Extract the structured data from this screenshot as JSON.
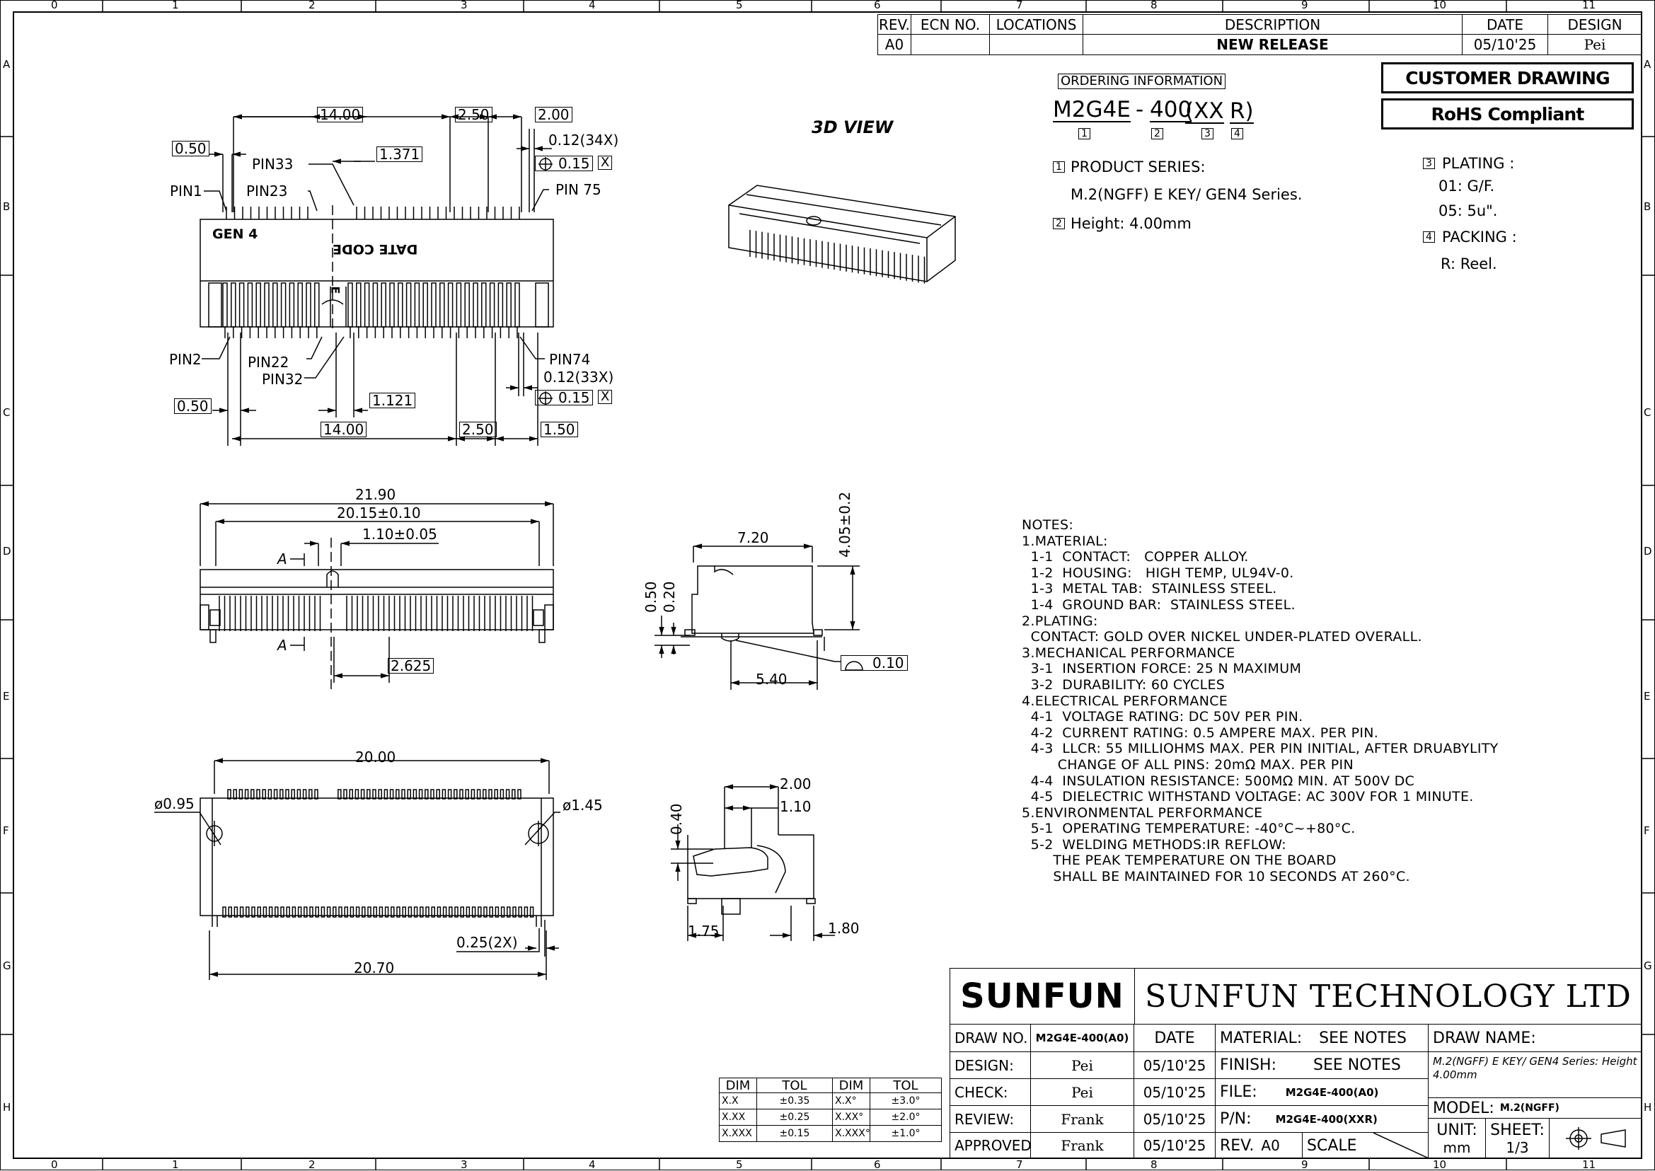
{
  "frame": {
    "columns_top": [
      "0",
      "1",
      "2",
      "3",
      "4",
      "5",
      "6",
      "7",
      "8",
      "9",
      "10",
      "11"
    ],
    "columns_bottom": [
      "0",
      "1",
      "2",
      "3",
      "4",
      "5",
      "6",
      "7",
      "8",
      "9",
      "10",
      "11"
    ],
    "rows_left": [
      "A",
      "B",
      "C",
      "D",
      "E",
      "F",
      "G",
      "H"
    ],
    "rows_right": [
      "A",
      "B",
      "C",
      "D",
      "E",
      "F",
      "G",
      "H"
    ]
  },
  "revision": {
    "headers": [
      "REV.",
      "ECN NO.",
      "LOCATIONS",
      "DESCRIPTION",
      "DATE",
      "DESIGN"
    ],
    "row": [
      "A0",
      "",
      "",
      "NEW RELEASE",
      "05/10'25",
      "Pei"
    ]
  },
  "ordering": {
    "title": "ORDERING INFORMATION",
    "part": {
      "p1": "M2G4E",
      "dash": "-",
      "p2": "400",
      "p3": "(XX",
      "p4": "R)"
    },
    "markers": [
      "1",
      "2",
      "3",
      "4"
    ],
    "product_series_label": "PRODUCT SERIES:",
    "product_series_value": "M.2(NGFF) E KEY/ GEN4 Series.",
    "height_label": "Height: 4.00mm",
    "plating_label": "PLATING :",
    "plating_01": "01: G/F.",
    "plating_05": "05: 5u\".",
    "packing_label": "PACKING :",
    "packing_r": "R: Reel."
  },
  "badges": {
    "customer": "CUSTOMER DRAWING",
    "rohs": "RoHS Compliant"
  },
  "view_3d_label": "3D VIEW",
  "top_view": {
    "dims": {
      "d1": "14.00",
      "d2": "2.50",
      "d3": "2.00",
      "d4": "0.50",
      "d5": "1.371",
      "d6": "0.12(34X)",
      "d7": "0.15",
      "d8": "X",
      "d9": "0.50",
      "d10": "1.121",
      "d11": "0.12(33X)",
      "d12": "0.15",
      "d13": "X",
      "d14": "14.00",
      "d15": "2.50",
      "d16": "1.50"
    },
    "pins": {
      "pin33": "PIN33",
      "pin1": "PIN1",
      "pin23": "PIN23",
      "pin75": "PIN 75",
      "pin2": "PIN2",
      "pin22": "PIN22",
      "pin32": "PIN32",
      "pin74": "PIN74"
    },
    "gen4": "GEN 4",
    "date_code": "DATE CODE",
    "key_e": "E"
  },
  "front_view": {
    "w1": "21.90",
    "w2": "20.15±0.10",
    "w3": "1.10±0.05",
    "w4": "2.625",
    "section": "A"
  },
  "side_view": {
    "s1": "7.20",
    "s2": "4.05±0.2",
    "s3": "0.50",
    "s4": "0.20",
    "s5": "5.40",
    "s6": "0.10"
  },
  "bottom_view": {
    "b1": "20.00",
    "b2": "ø0.95",
    "b3": "ø1.45",
    "b4": "0.25(2X)",
    "b5": "20.70"
  },
  "section_view": {
    "c1": "2.00",
    "c2": "1.10",
    "c3": "0.40",
    "c4": "1.75",
    "c5": "1.80"
  },
  "notes": [
    "NOTES:",
    "1.MATERIAL:",
    "  1-1  CONTACT:   COPPER ALLOY.",
    "  1-2  HOUSING:   HIGH TEMP, UL94V-0.",
    "  1-3  METAL TAB:  STAINLESS STEEL.",
    "  1-4  GROUND BAR:  STAINLESS STEEL.",
    "2.PLATING:",
    "  CONTACT: GOLD OVER NICKEL UNDER-PLATED OVERALL.",
    "3.MECHANICAL PERFORMANCE",
    "  3-1  INSERTION FORCE: 25 N MAXIMUM",
    "  3-2  DURABILITY: 60 CYCLES",
    "4.ELECTRICAL PERFORMANCE",
    "  4-1  VOLTAGE RATING: DC 50V PER PIN.",
    "  4-2  CURRENT RATING: 0.5 AMPERE MAX. PER PIN.",
    "  4-3  LLCR: 55 MILLIOHMS MAX. PER PIN INITIAL, AFTER DRUABYLITY",
    "        CHANGE OF ALL PINS: 20mΩ MAX. PER PIN",
    "  4-4  INSULATION RESISTANCE: 500MΩ MIN. AT 500V DC",
    "  4-5  DIELECTRIC WITHSTAND VOLTAGE: AC 300V FOR 1 MINUTE.",
    "5.ENVIRONMENTAL PERFORMANCE",
    "  5-1  OPERATING TEMPERATURE: -40°C~+80°C.",
    "  5-2  WELDING METHODS:IR REFLOW:",
    "       THE PEAK TEMPERATURE ON THE BOARD",
    "       SHALL BE MAINTAINED FOR 10 SECONDS AT 260°C."
  ],
  "tolerance": {
    "headers": [
      "DIM",
      "TOL",
      "DIM",
      "TOL"
    ],
    "rows": [
      [
        "X.X",
        "±0.35",
        "X.X°",
        "±3.0°"
      ],
      [
        "X.XX",
        "±0.25",
        "X.XX°",
        "±2.0°"
      ],
      [
        "X.XXX",
        "±0.15",
        "X.XXX°",
        "±1.0°"
      ]
    ]
  },
  "title_block": {
    "logo": "SUNFUN",
    "company": "SUNFUN TECHNOLOGY LTD",
    "draw_no_label": "DRAW NO.",
    "draw_no": "M2G4E-400(A0)",
    "date_label": "DATE",
    "material_label": "MATERIAL:",
    "material_value": "SEE NOTES",
    "draw_name_label": "DRAW NAME:",
    "draw_name_value": "M.2(NGFF) E KEY/ GEN4 Series: Height 4.00mm",
    "design_label": "DESIGN:",
    "design_by": "Pei",
    "design_date": "05/10'25",
    "finish_label": "FINISH:",
    "finish_value": "SEE NOTES",
    "check_label": "CHECK:",
    "check_by": "Pei",
    "check_date": "05/10'25",
    "file_label": "FILE:",
    "file_value": "M2G4E-400(A0)",
    "model_label": "MODEL:",
    "model_value": "M.2(NGFF)",
    "review_label": "REVIEW:",
    "review_by": "Frank",
    "review_date": "05/10'25",
    "pn_label": "P/N:",
    "pn_value": "M2G4E-400(XXR)",
    "unit_label": "UNIT:",
    "unit_value": "mm",
    "sheet_label": "SHEET:",
    "sheet_value": "1/3",
    "approved_label": "APPROVED",
    "approved_by": "Frank",
    "approved_date": "05/10'25",
    "rev_label": "REV.",
    "rev_value": "A0",
    "scale_label": "SCALE"
  }
}
